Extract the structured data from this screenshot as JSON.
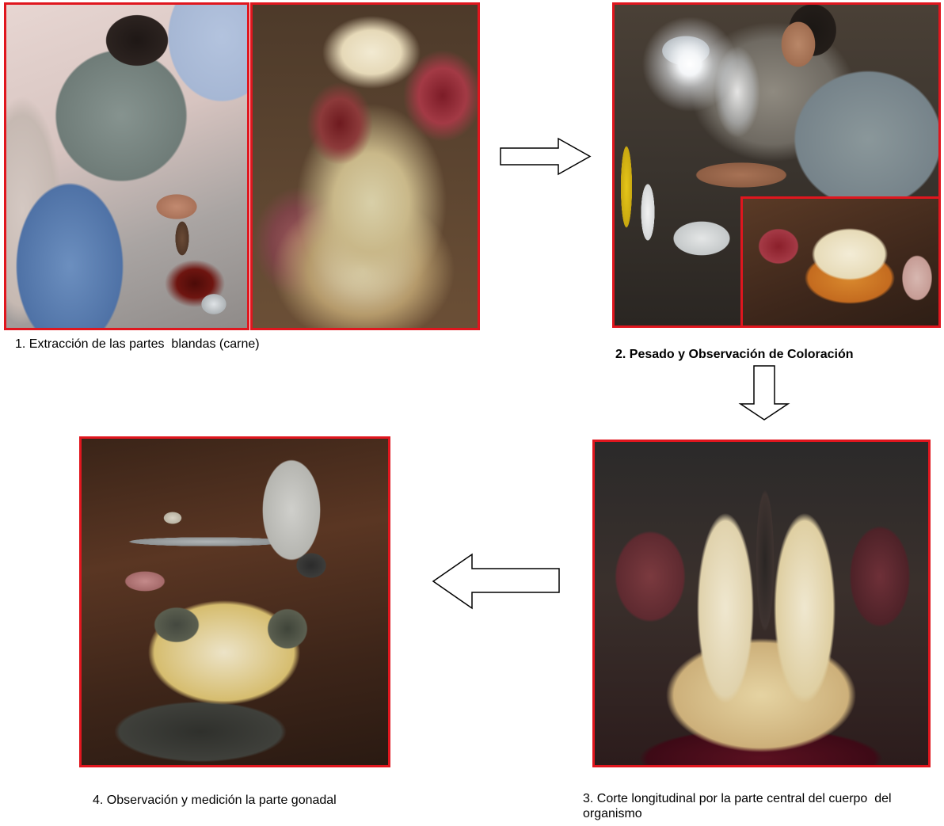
{
  "figure": {
    "border_color": "#e0161e",
    "steps": [
      {
        "caption": "1. Extracción de las partes  blandas (carne)"
      },
      {
        "caption": "2. Pesado y Observación de Coloración"
      },
      {
        "caption": "3. Corte longitudinal por la parte central del cuerpo  del organismo"
      },
      {
        "caption": "4. Observación y medición la parte gonadal"
      }
    ],
    "arrows": [
      "arrow-right-icon",
      "arrow-down-icon",
      "arrow-left-icon"
    ]
  }
}
